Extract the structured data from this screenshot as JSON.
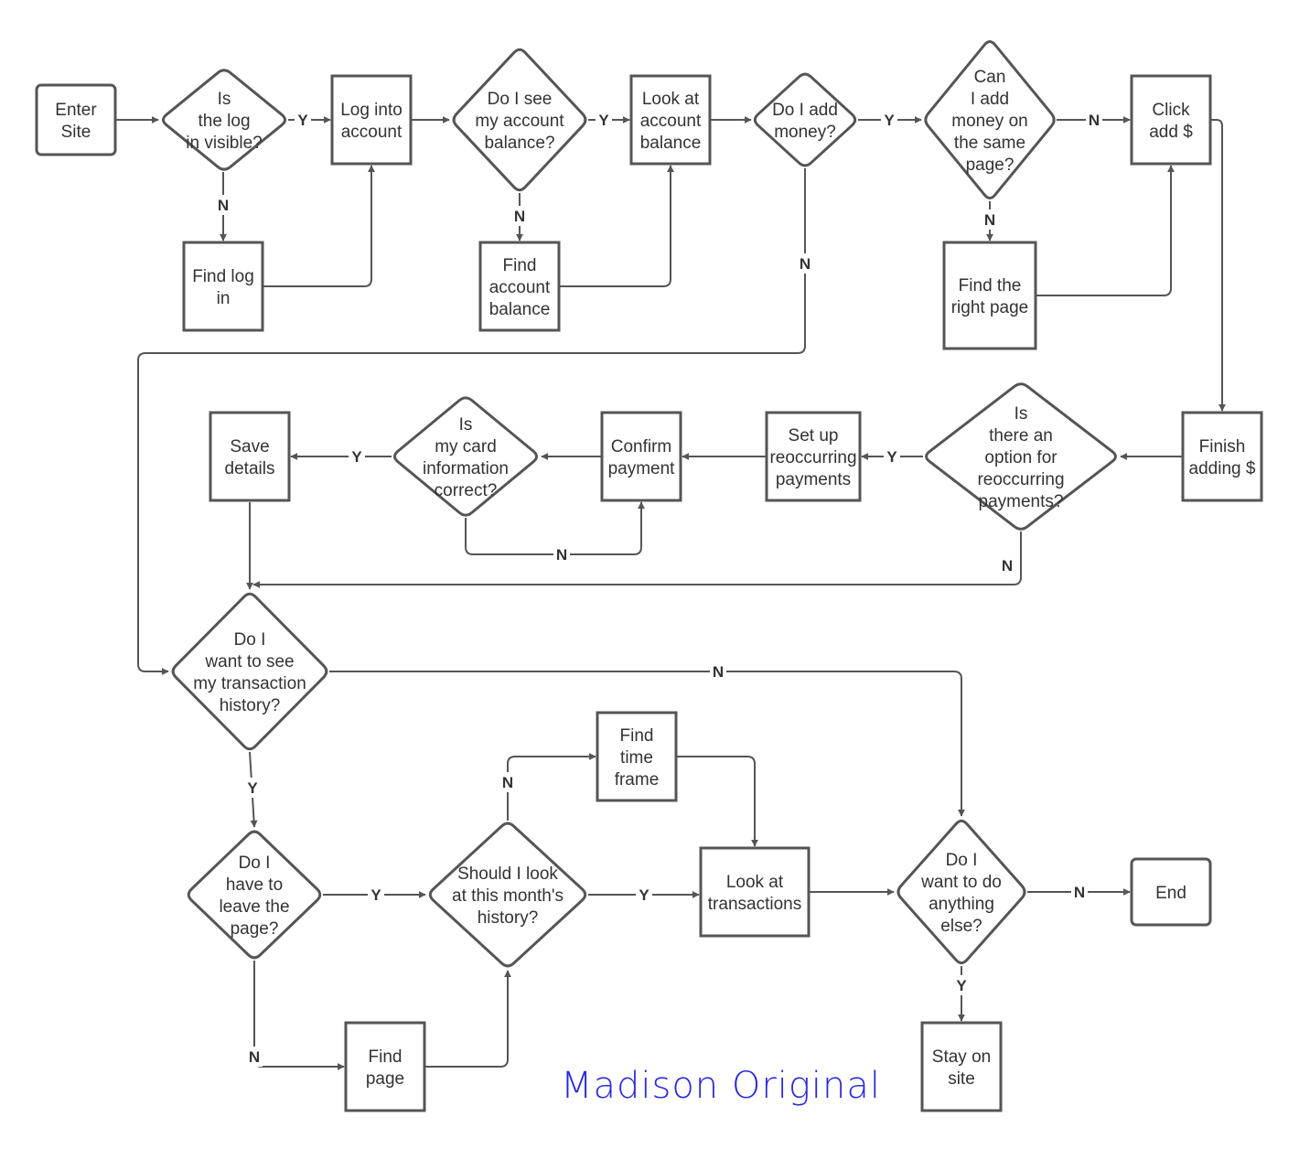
{
  "nodes": [
    {
      "id": "enter",
      "shape": "rounded",
      "lines": [
        "Enter",
        "Site"
      ]
    },
    {
      "id": "d_login",
      "shape": "diamond",
      "lines": [
        "Is",
        "the log",
        "in visible?"
      ]
    },
    {
      "id": "login",
      "shape": "rect",
      "lines": [
        "Log into",
        "account"
      ]
    },
    {
      "id": "findlogin",
      "shape": "rect",
      "lines": [
        "Find log",
        "in"
      ]
    },
    {
      "id": "d_balance",
      "shape": "diamond",
      "lines": [
        "Do I see",
        "my account",
        "balance?"
      ]
    },
    {
      "id": "findbal",
      "shape": "rect",
      "lines": [
        "Find",
        "account",
        "balance"
      ]
    },
    {
      "id": "lookbal",
      "shape": "rect",
      "lines": [
        "Look at",
        "account",
        "balance"
      ]
    },
    {
      "id": "d_add",
      "shape": "diamond",
      "lines": [
        "Do I add",
        "money?"
      ]
    },
    {
      "id": "d_same",
      "shape": "diamond",
      "lines": [
        "Can",
        "I add",
        "money on",
        "the same",
        "page?"
      ]
    },
    {
      "id": "findright",
      "shape": "rect",
      "lines": [
        "Find the",
        "right page"
      ]
    },
    {
      "id": "clickadd",
      "shape": "rect",
      "lines": [
        "Click",
        "add $"
      ]
    },
    {
      "id": "finish",
      "shape": "rect",
      "lines": [
        "Finish",
        "adding $"
      ]
    },
    {
      "id": "d_reoccur",
      "shape": "diamond",
      "lines": [
        "Is",
        "there an",
        "option for",
        "reoccurring",
        "payments?"
      ]
    },
    {
      "id": "setup",
      "shape": "rect",
      "lines": [
        "Set up",
        "reoccurring",
        "payments"
      ]
    },
    {
      "id": "confirm",
      "shape": "rect",
      "lines": [
        "Confirm",
        "payment"
      ]
    },
    {
      "id": "d_card",
      "shape": "diamond",
      "lines": [
        "Is",
        "my card",
        "information",
        "correct?"
      ]
    },
    {
      "id": "save",
      "shape": "rect",
      "lines": [
        "Save",
        "details"
      ]
    },
    {
      "id": "d_history",
      "shape": "diamond",
      "lines": [
        "Do I",
        "want to see",
        "my transaction",
        "history?"
      ]
    },
    {
      "id": "d_leave",
      "shape": "diamond",
      "lines": [
        "Do I",
        "have to",
        "leave the",
        "page?"
      ]
    },
    {
      "id": "findpage",
      "shape": "rect",
      "lines": [
        "Find",
        "page"
      ]
    },
    {
      "id": "d_month",
      "shape": "diamond",
      "lines": [
        "Should I look",
        "at this month's",
        "history?"
      ]
    },
    {
      "id": "findtime",
      "shape": "rect",
      "lines": [
        "Find",
        "time",
        "frame"
      ]
    },
    {
      "id": "looktrans",
      "shape": "rect",
      "lines": [
        "Look at",
        "transactions"
      ]
    },
    {
      "id": "d_else",
      "shape": "diamond",
      "lines": [
        "Do I",
        "want to do",
        "anything",
        "else?"
      ]
    },
    {
      "id": "end",
      "shape": "rounded",
      "lines": [
        "End"
      ]
    },
    {
      "id": "stay",
      "shape": "rect",
      "lines": [
        "Stay on",
        "site"
      ]
    }
  ],
  "edges": [
    {
      "from": "enter",
      "to": "d_login",
      "label": ""
    },
    {
      "from": "d_login",
      "to": "login",
      "label": "Y"
    },
    {
      "from": "d_login",
      "to": "findlogin",
      "label": "N"
    },
    {
      "from": "findlogin",
      "to": "login",
      "label": ""
    },
    {
      "from": "login",
      "to": "d_balance",
      "label": ""
    },
    {
      "from": "d_balance",
      "to": "lookbal",
      "label": "Y"
    },
    {
      "from": "d_balance",
      "to": "findbal",
      "label": "N"
    },
    {
      "from": "findbal",
      "to": "lookbal",
      "label": ""
    },
    {
      "from": "lookbal",
      "to": "d_add",
      "label": ""
    },
    {
      "from": "d_add",
      "to": "d_same",
      "label": "Y"
    },
    {
      "from": "d_add",
      "to": "d_history",
      "label": "N"
    },
    {
      "from": "d_same",
      "to": "clickadd",
      "label": "N"
    },
    {
      "from": "d_same",
      "to": "findright",
      "label": "N"
    },
    {
      "from": "findright",
      "to": "clickadd",
      "label": ""
    },
    {
      "from": "clickadd",
      "to": "finish",
      "label": ""
    },
    {
      "from": "finish",
      "to": "d_reoccur",
      "label": ""
    },
    {
      "from": "d_reoccur",
      "to": "setup",
      "label": "Y"
    },
    {
      "from": "d_reoccur",
      "to": "d_history",
      "label": "N"
    },
    {
      "from": "setup",
      "to": "confirm",
      "label": ""
    },
    {
      "from": "confirm",
      "to": "d_card",
      "label": ""
    },
    {
      "from": "d_card",
      "to": "save",
      "label": "Y"
    },
    {
      "from": "d_card",
      "to": "confirm",
      "label": "N"
    },
    {
      "from": "save",
      "to": "d_history",
      "label": ""
    },
    {
      "from": "d_history",
      "to": "d_leave",
      "label": "Y"
    },
    {
      "from": "d_history",
      "to": "d_else",
      "label": "N"
    },
    {
      "from": "d_leave",
      "to": "d_month",
      "label": "Y"
    },
    {
      "from": "d_leave",
      "to": "findpage",
      "label": "N"
    },
    {
      "from": "findpage",
      "to": "d_month",
      "label": ""
    },
    {
      "from": "d_month",
      "to": "looktrans",
      "label": "Y"
    },
    {
      "from": "d_month",
      "to": "findtime",
      "label": "N"
    },
    {
      "from": "findtime",
      "to": "looktrans",
      "label": ""
    },
    {
      "from": "looktrans",
      "to": "d_else",
      "label": ""
    },
    {
      "from": "d_else",
      "to": "end",
      "label": "N"
    },
    {
      "from": "d_else",
      "to": "stay",
      "label": "Y"
    }
  ],
  "signature": {
    "text": "Madison Original",
    "color": "#2b2bd9"
  },
  "colors": {
    "stroke": "#555555",
    "text": "#333333"
  }
}
